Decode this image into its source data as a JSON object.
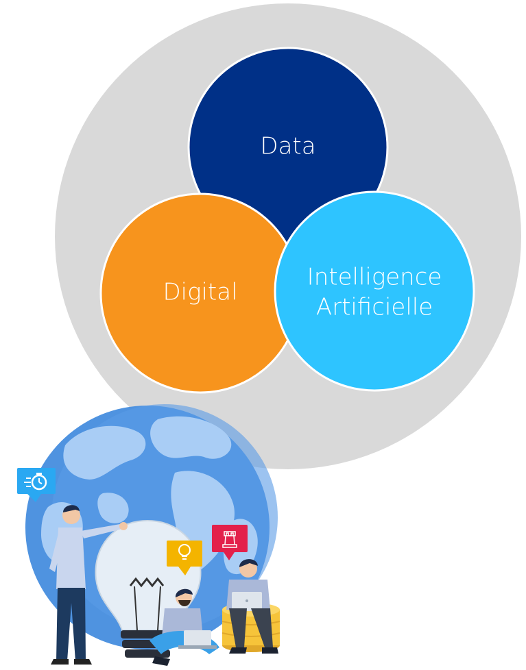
{
  "diagram": {
    "colors": {
      "outer_circle": "#d9d9d9",
      "data_circle": "#003087",
      "digital_circle": "#f7941d",
      "ai_circle": "#2ec4ff",
      "circle_stroke": "#ffffff"
    },
    "circles": {
      "data": {
        "label": "Data"
      },
      "digital": {
        "label": "Digital"
      },
      "ai": {
        "line1": "Intelligence",
        "line2": "Artificielle"
      }
    }
  },
  "illustration": {
    "icons": {
      "stopwatch": "stopwatch-icon",
      "lightbulb": "lightbulb-icon",
      "chess": "chess-rook-icon"
    },
    "colors": {
      "globe_ocean": "#4f93e0",
      "globe_land": "#a9cdf5",
      "stopwatch_badge": "#2aa8f2",
      "lightbulb_badge": "#f4b400",
      "chess_badge": "#e3204b",
      "coins": "#f6c43a"
    }
  }
}
